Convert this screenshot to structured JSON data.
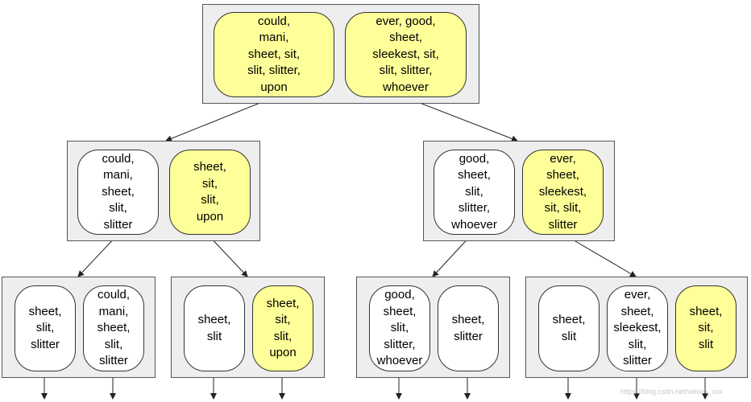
{
  "colors": {
    "highlight": "#ffff99",
    "plain": "#ffffff",
    "group_bg": "#eeeeee",
    "border": "#333333",
    "edge": "#222222"
  },
  "tree": {
    "root": {
      "left_node": {
        "highlighted": true,
        "lines": [
          "could,",
          "mani,",
          "sheet, sit,",
          "slit, slitter,",
          "upon"
        ]
      },
      "right_node": {
        "highlighted": true,
        "lines": [
          "ever, good,",
          "sheet,",
          "sleekest, sit,",
          "slit, slitter,",
          "whoever"
        ]
      }
    },
    "level1_left": {
      "node_a": {
        "highlighted": false,
        "lines": [
          "could,",
          "mani,",
          "sheet,",
          "slit,",
          "slitter"
        ]
      },
      "node_b": {
        "highlighted": true,
        "lines": [
          "sheet,",
          "sit,",
          "slit,",
          "upon"
        ]
      }
    },
    "level1_right": {
      "node_a": {
        "highlighted": false,
        "lines": [
          "good,",
          "sheet,",
          "slit,",
          "slitter,",
          "whoever"
        ]
      },
      "node_b": {
        "highlighted": true,
        "lines": [
          "ever,",
          "sheet,",
          "sleekest,",
          "sit, slit,",
          "slitter"
        ]
      }
    },
    "level2_g1": {
      "node_a": {
        "highlighted": false,
        "lines": [
          "sheet,",
          "slit,",
          "slitter"
        ]
      },
      "node_b": {
        "highlighted": false,
        "lines": [
          "could,",
          "mani,",
          "sheet,",
          "slit,",
          "slitter"
        ]
      }
    },
    "level2_g2": {
      "node_a": {
        "highlighted": false,
        "lines": [
          "sheet,",
          "slit"
        ]
      },
      "node_b": {
        "highlighted": true,
        "lines": [
          "sheet,",
          "sit,",
          "slit,",
          "upon"
        ]
      }
    },
    "level2_g3": {
      "node_a": {
        "highlighted": false,
        "lines": [
          "good,",
          "sheet,",
          "slit,",
          "slitter,",
          "whoever"
        ]
      },
      "node_b": {
        "highlighted": false,
        "lines": [
          "sheet,",
          "slitter"
        ]
      }
    },
    "level2_g4": {
      "node_a": {
        "highlighted": false,
        "lines": [
          "sheet,",
          "slit"
        ]
      },
      "node_b": {
        "highlighted": false,
        "lines": [
          "ever,",
          "sheet,",
          "sleekest,",
          "slit,",
          "slitter"
        ]
      },
      "node_c": {
        "highlighted": true,
        "lines": [
          "sheet,",
          "sit,",
          "slit"
        ]
      }
    }
  },
  "watermark": "https://blog.csdn.net/weixin_xxx"
}
